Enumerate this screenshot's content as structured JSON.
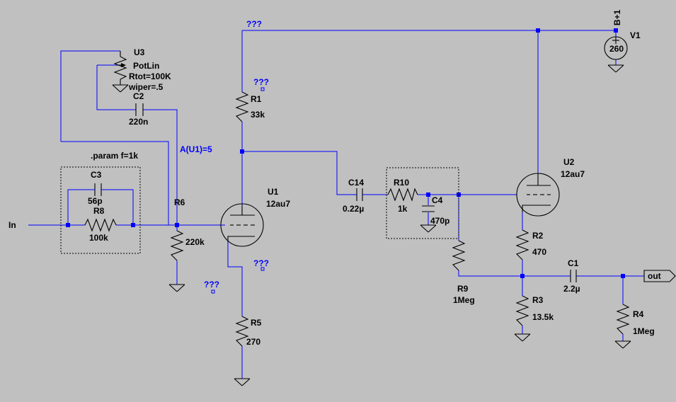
{
  "colors": {
    "background": "#c0c0c0",
    "wire": "#0000ff",
    "component": "#000000"
  },
  "labels": {
    "in": "In",
    "out": "out",
    "param": ".param f=1k",
    "gain": "A(U1)=5",
    "unknown": "???",
    "b_plus": "B+1"
  },
  "components": {
    "U3": {
      "ref": "U3",
      "model": "PotLin",
      "rtot": "Rtot=100K",
      "wiper": "wiper=.5"
    },
    "C2": {
      "ref": "C2",
      "value": "220n"
    },
    "C3": {
      "ref": "C3",
      "value": "56p"
    },
    "R8": {
      "ref": "R8",
      "value": "100k"
    },
    "R6": {
      "ref": "R6",
      "value": "220k"
    },
    "R1": {
      "ref": "R1",
      "value": "33k"
    },
    "U1": {
      "ref": "U1",
      "model": "12au7"
    },
    "R5": {
      "ref": "R5",
      "value": "270"
    },
    "C14": {
      "ref": "C14",
      "value": "0.22µ"
    },
    "R10": {
      "ref": "R10",
      "value": "1k"
    },
    "C4": {
      "ref": "C4",
      "value": "470p"
    },
    "R9": {
      "ref": "R9",
      "value": "1Meg"
    },
    "U2": {
      "ref": "U2",
      "model": "12au7"
    },
    "R2": {
      "ref": "R2",
      "value": "470"
    },
    "R3": {
      "ref": "R3",
      "value": "13.5k"
    },
    "C1": {
      "ref": "C1",
      "value": "2.2µ"
    },
    "R4": {
      "ref": "R4",
      "value": "1Meg"
    },
    "V1": {
      "ref": "V1",
      "value": "260"
    }
  }
}
